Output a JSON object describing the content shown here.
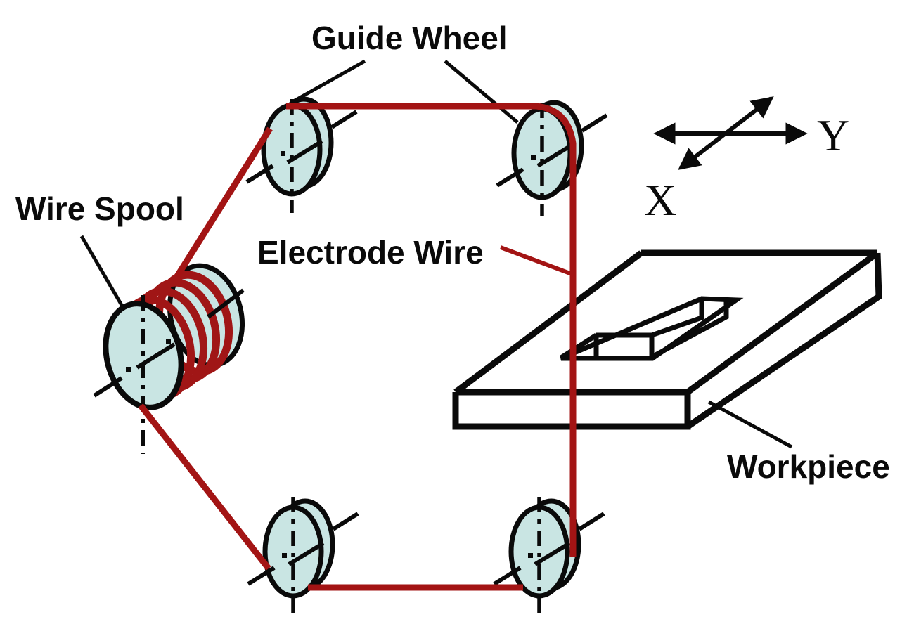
{
  "diagram": {
    "type": "wire-edm-schematic",
    "labels": {
      "guide_wheel": "Guide Wheel",
      "wire_spool": "Wire Spool",
      "electrode_wire": "Electrode Wire",
      "workpiece": "Workpiece",
      "axis_x": "X",
      "axis_y": "Y"
    },
    "colors": {
      "wire_red": "#a31414",
      "coil_red": "#a01616",
      "wheel_fill": "#c9e5e3",
      "line_black": "#0a0a0a",
      "background": "#ffffff"
    },
    "components": [
      "wire-spool",
      "guide-wheel-top-left",
      "guide-wheel-top-right",
      "guide-wheel-bottom-left",
      "guide-wheel-bottom-right",
      "electrode-wire",
      "workpiece",
      "xy-axis-indicator"
    ],
    "guide_wheel_count": 4
  }
}
